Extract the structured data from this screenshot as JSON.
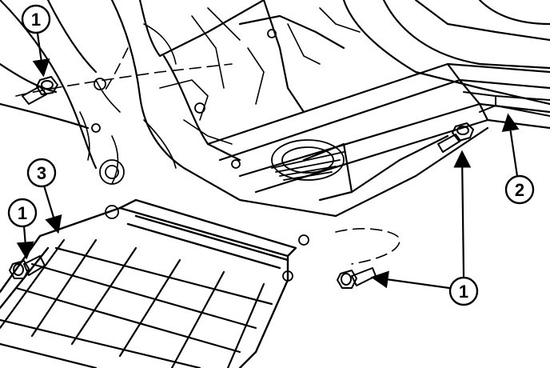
{
  "callouts": [
    {
      "id": "c1_topleft",
      "label": "1"
    },
    {
      "id": "c3",
      "label": "3"
    },
    {
      "id": "c1_left",
      "label": "1"
    },
    {
      "id": "c1_right_upper",
      "label": "1"
    },
    {
      "id": "c2",
      "label": "2"
    },
    {
      "id": "c1_bottom",
      "label": "1"
    }
  ],
  "colors": {
    "ink": "#000000",
    "paper": "#ffffff"
  }
}
